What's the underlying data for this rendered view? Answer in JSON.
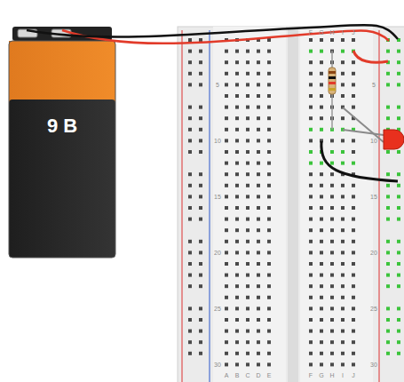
{
  "diagram": {
    "nodes": [
      {
        "text": [
          "9 В"
        ]
      }
    ],
    "labels": [
      "5",
      "10",
      "15",
      "20",
      "25",
      "30",
      "5",
      "10",
      "15",
      "20",
      "25",
      "30",
      "A",
      "B",
      "C",
      "D",
      "E",
      "F",
      "G",
      "H",
      "I",
      "J",
      "F",
      "G",
      "H",
      "I",
      "J"
    ]
  }
}
